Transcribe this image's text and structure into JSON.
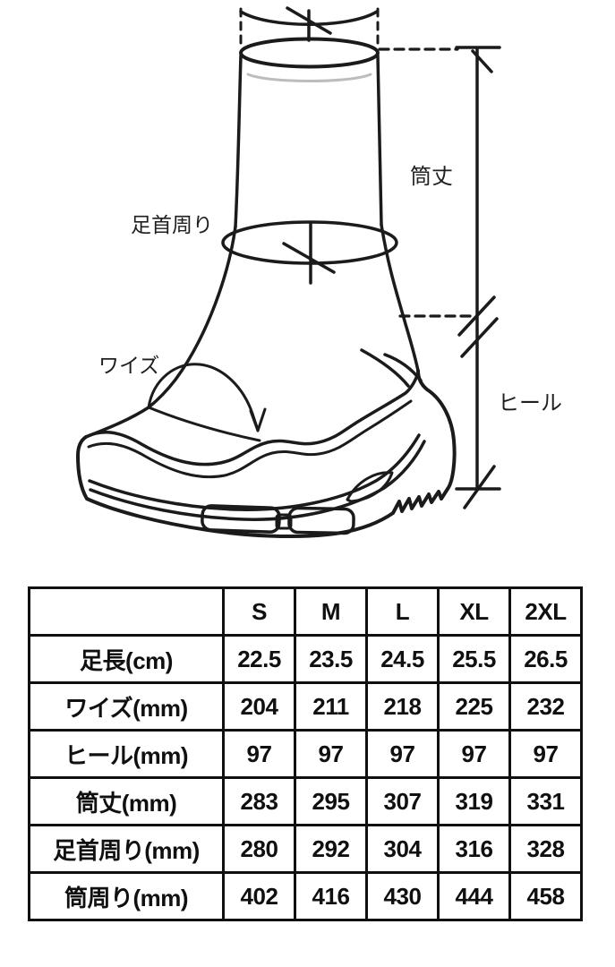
{
  "diagram": {
    "labels": {
      "shaft_height": "筒丈",
      "heel": "ヒール",
      "ankle_girth": "足首周り",
      "width": "ワイズ"
    },
    "colors": {
      "line": "#1b1b1b",
      "inner_gray": "#bdbdbd",
      "table_border": "#101010"
    }
  },
  "size_table": {
    "corner": "",
    "columns": [
      "S",
      "M",
      "L",
      "XL",
      "2XL"
    ],
    "rows": [
      {
        "label": "足長(cm)",
        "values": [
          "22.5",
          "23.5",
          "24.5",
          "25.5",
          "26.5"
        ]
      },
      {
        "label": "ワイズ(mm)",
        "values": [
          "204",
          "211",
          "218",
          "225",
          "232"
        ]
      },
      {
        "label": "ヒール(mm)",
        "values": [
          "97",
          "97",
          "97",
          "97",
          "97"
        ]
      },
      {
        "label": "筒丈(mm)",
        "values": [
          "283",
          "295",
          "307",
          "319",
          "331"
        ]
      },
      {
        "label": "足首周り(mm)",
        "values": [
          "280",
          "292",
          "304",
          "316",
          "328"
        ]
      },
      {
        "label": "筒周り(mm)",
        "values": [
          "402",
          "416",
          "430",
          "444",
          "458"
        ]
      }
    ]
  }
}
